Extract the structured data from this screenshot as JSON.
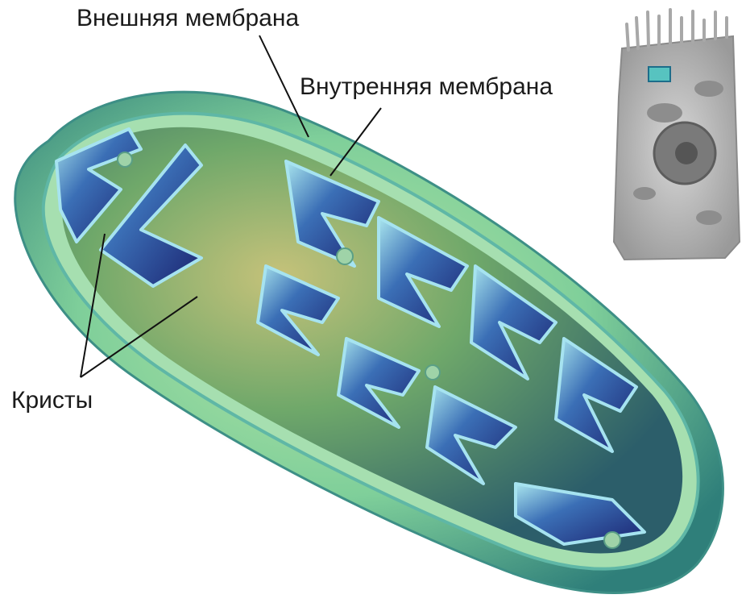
{
  "labels": {
    "outer_membrane": "Внешняя мембрана",
    "inner_membrane": "Внутренняя мембрана",
    "cristae": "Кристы"
  },
  "colors": {
    "outer_membrane": "#9fe3b8",
    "matrix": "#7fb87a",
    "cristae_shadow": "#1f2f7a",
    "cristae_highlight": "#8fd6ef",
    "leader_line": "#111111",
    "cell_inset": "#b9b9b9",
    "inset_highlight": "#4fb3c8"
  }
}
